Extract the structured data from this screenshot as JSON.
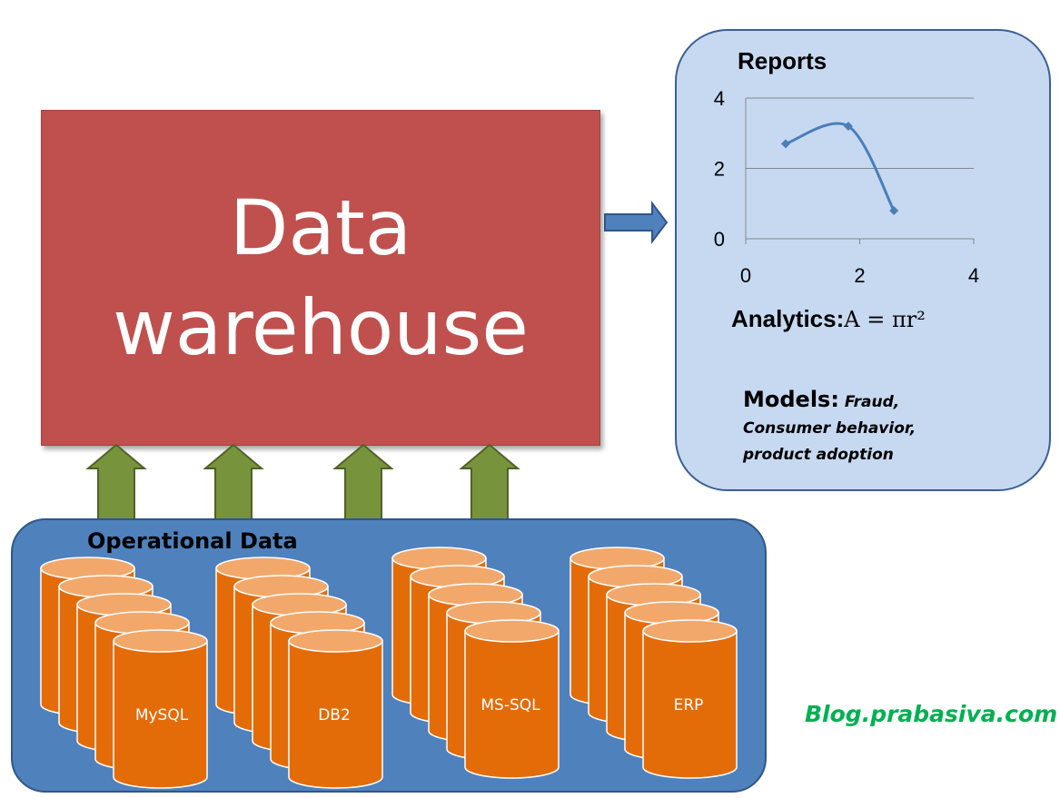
{
  "warehouse": {
    "line1": "Data",
    "line2": "warehouse",
    "color": "#c0504d"
  },
  "reports": {
    "title": "Reports",
    "analytics_label": "Analytics:",
    "analytics_formula": "A = πr²",
    "models_label": "Models:",
    "models_text_1": "Fraud,",
    "models_text_2": "Consumer behavior,",
    "models_text_3": "product adoption"
  },
  "chart_data": {
    "type": "line",
    "x": [
      0.7,
      1.8,
      2.6
    ],
    "y": [
      2.7,
      3.2,
      0.8
    ],
    "xlim": [
      0,
      4
    ],
    "ylim": [
      0,
      4
    ],
    "xticks": [
      0,
      2,
      4
    ],
    "yticks": [
      0,
      2,
      4
    ],
    "grid": true,
    "smooth": true,
    "color": "#4a7ebb"
  },
  "operational": {
    "title": "Operational Data",
    "databases": [
      "MySQL",
      "DB2",
      "MS-SQL",
      "ERP"
    ],
    "cylinder_color": "#e36c09",
    "cylinder_top_color": "#f2a86b"
  },
  "watermark": "Blog.prabasiva.com"
}
